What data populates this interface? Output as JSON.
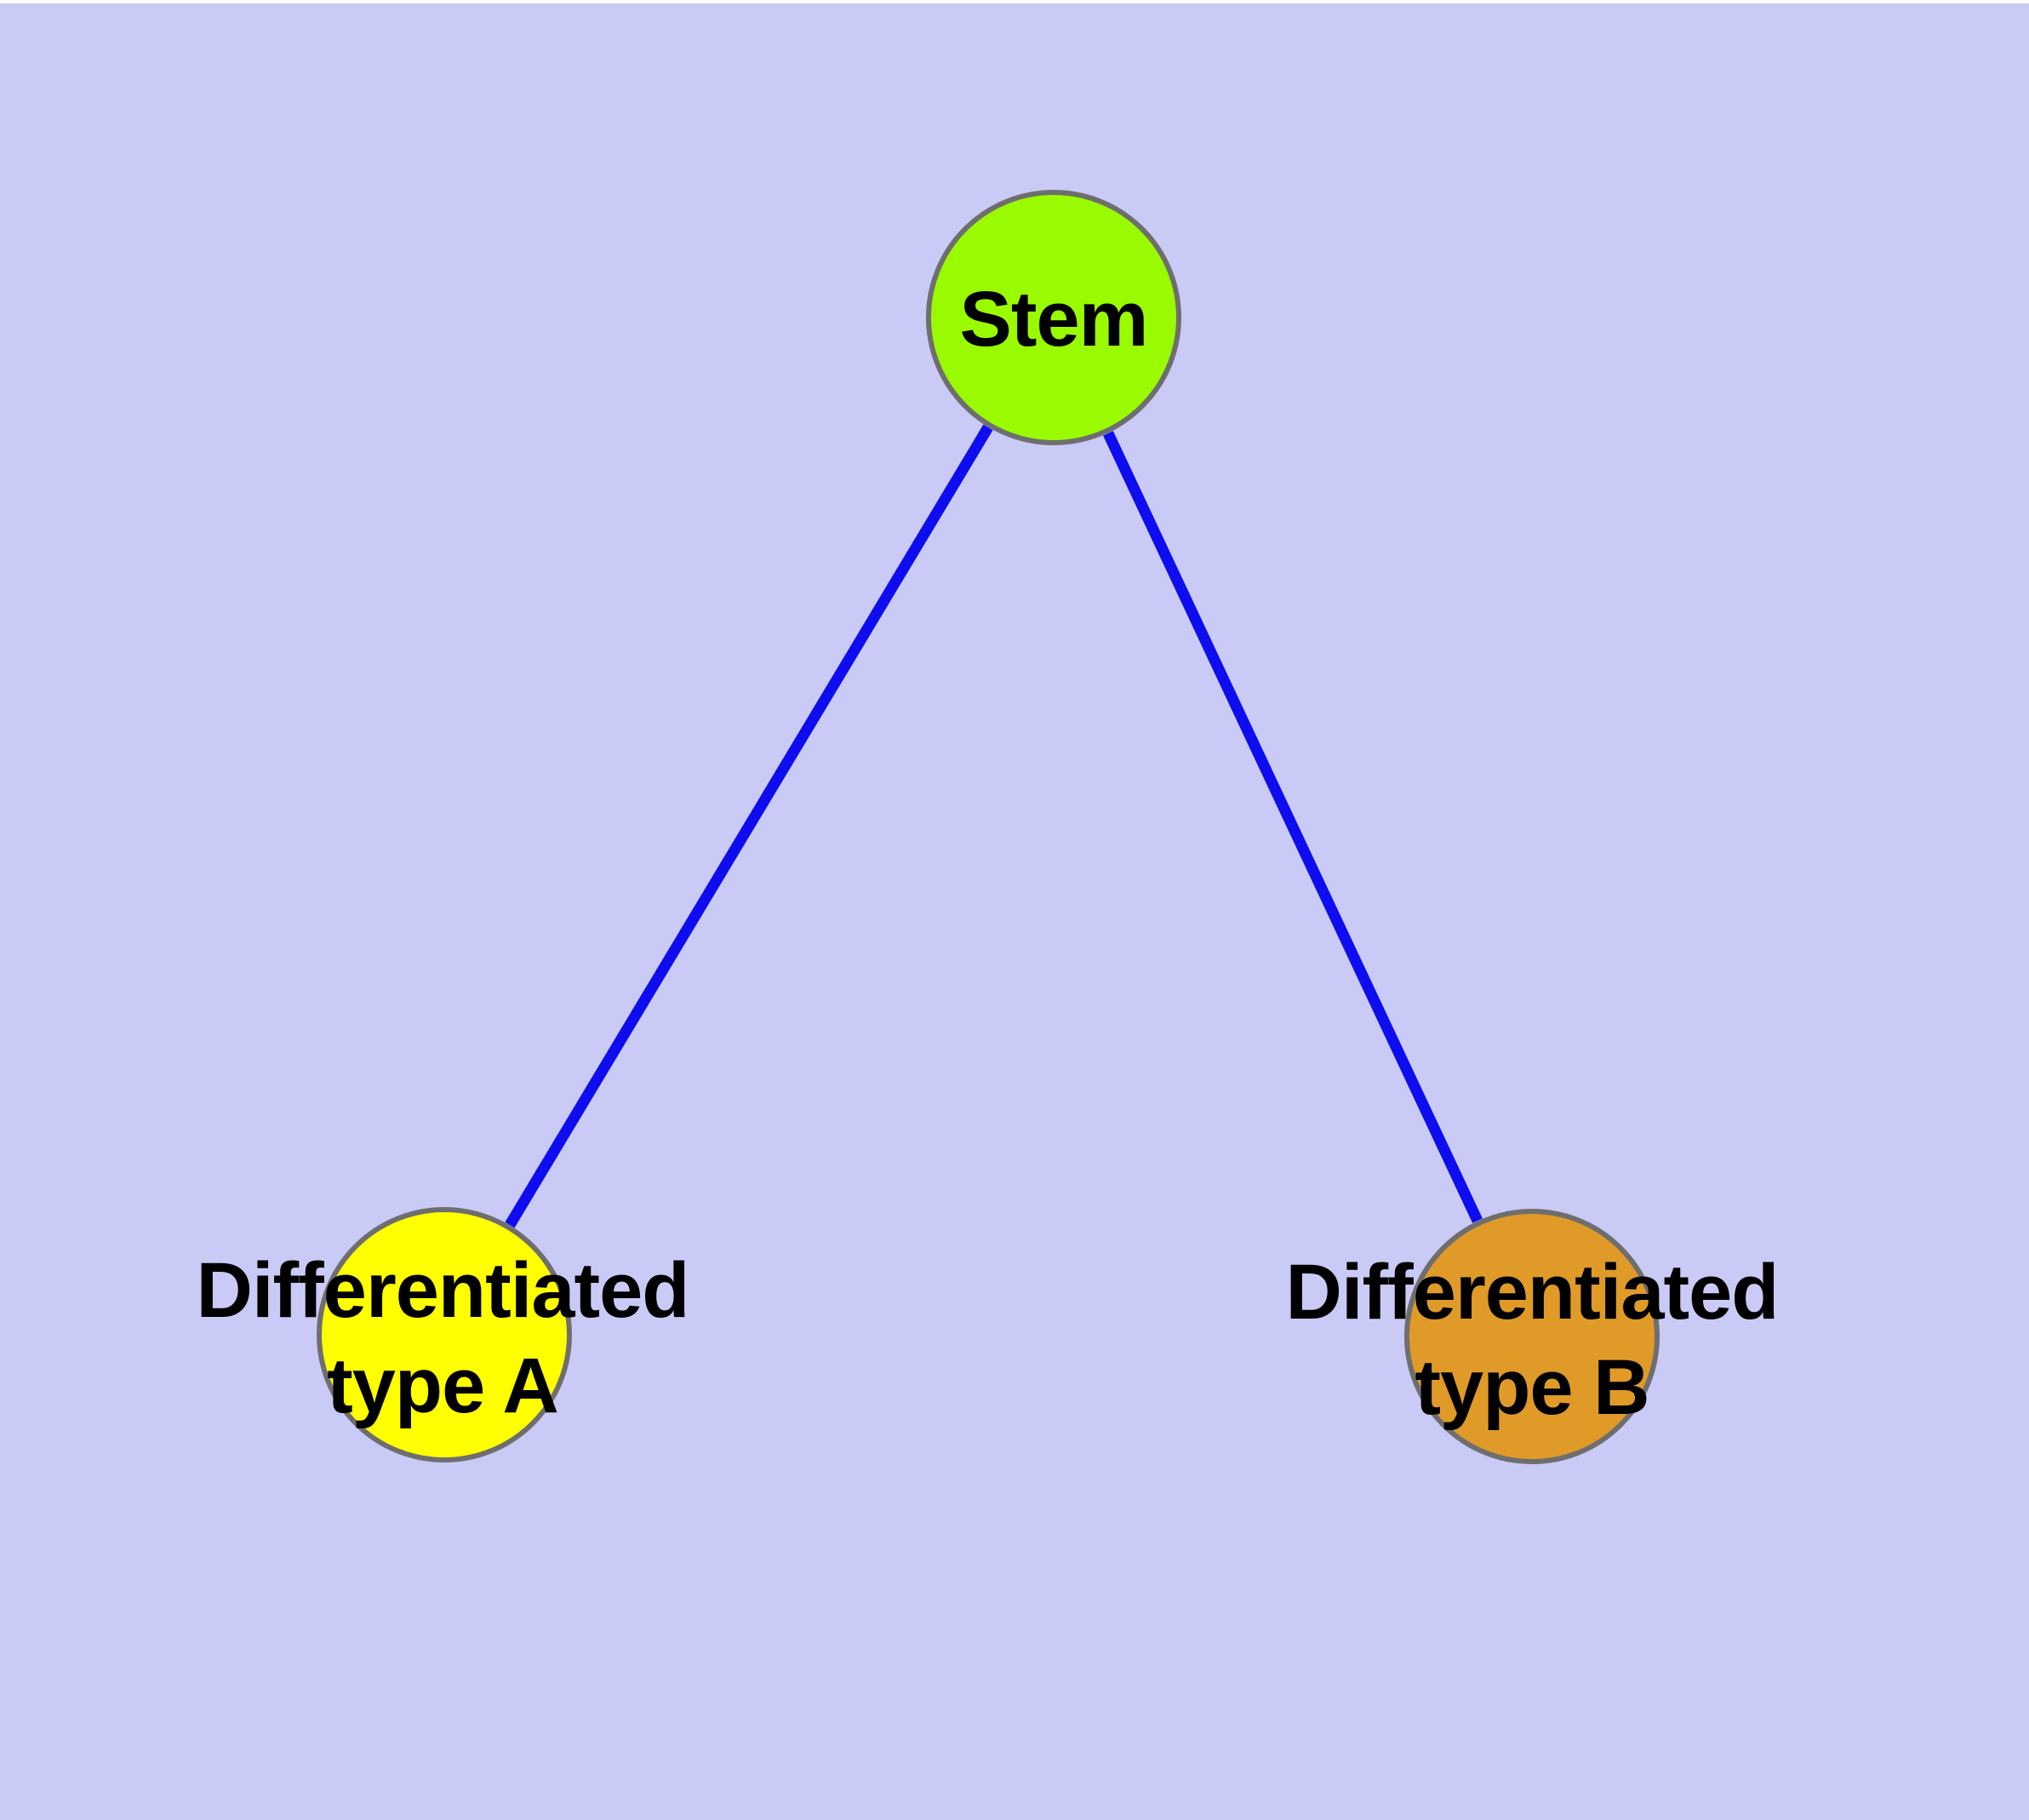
{
  "diagram": {
    "type": "graph",
    "background_color": "#cacaf6",
    "edge_color": "#0d0df0",
    "node_border_color": "#6e6e6e",
    "label_color": "#000000",
    "nodes": [
      {
        "id": "stem",
        "label": "Stem",
        "fill": "#9afb00"
      },
      {
        "id": "type-a",
        "label": "Differentiated\ntype A",
        "fill": "#ffff00"
      },
      {
        "id": "type-b",
        "label": "Differentiated\ntype B",
        "fill": "#e09a28"
      }
    ],
    "edges": [
      {
        "from": "stem",
        "to": "type-a"
      },
      {
        "from": "stem",
        "to": "type-b"
      }
    ]
  }
}
